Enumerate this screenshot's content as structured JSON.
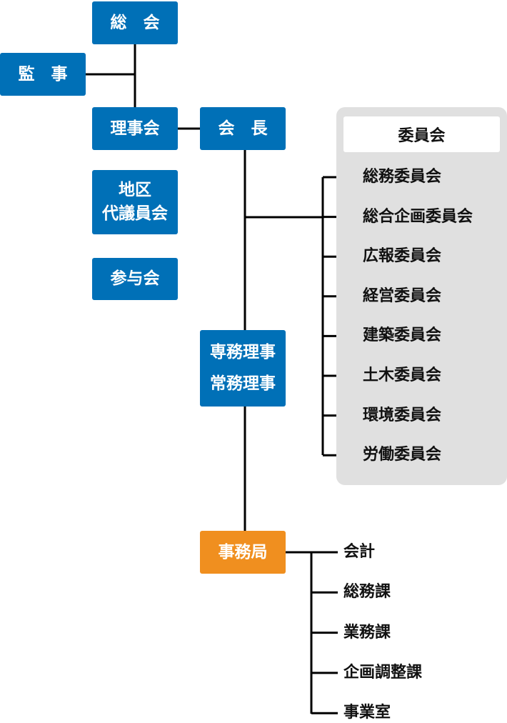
{
  "colors": {
    "primary": "#0070b7",
    "secretariat": "#f08f1f",
    "panel": "#e0e0e0"
  },
  "nodes": {
    "general_assembly": "総　会",
    "auditor": "監　事",
    "board": "理事会",
    "president": "会　長",
    "district_delegates": "地区\n代議員会",
    "advisors": "参与会",
    "executive_directors": "専務理事\n常務理事",
    "secretariat": "事務局"
  },
  "committees": {
    "title": "委員会",
    "items": [
      "総務委員会",
      "総合企画委員会",
      "広報委員会",
      "経営委員会",
      "建築委員会",
      "土木委員会",
      "環境委員会",
      "労働委員会"
    ]
  },
  "secretariat_units": [
    "会計",
    "総務課",
    "業務課",
    "企画調整課",
    "事業室"
  ]
}
